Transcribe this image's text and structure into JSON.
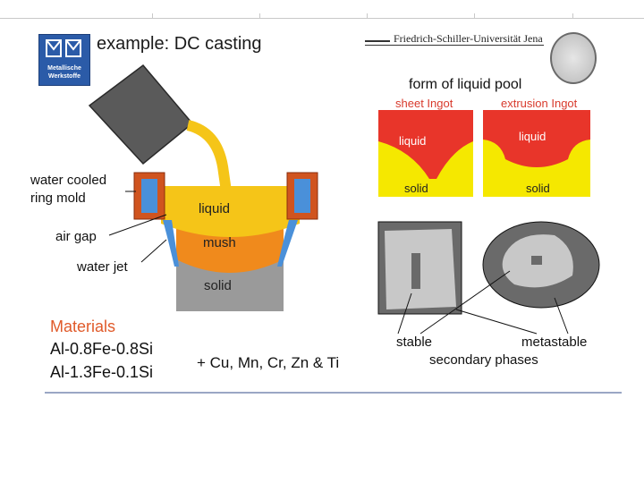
{
  "header": {
    "title": "example: DC casting",
    "logo_line1": "Metallische",
    "logo_line2": "Werkstoffe",
    "university": "Friedrich-Schiller-Universität Jena"
  },
  "casting": {
    "labels": {
      "water_cooled": "water cooled",
      "ring_mold": "ring mold",
      "air_gap": "air gap",
      "water_jet": "water jet"
    },
    "zones": {
      "liquid": "liquid",
      "mush": "mush",
      "solid": "solid"
    }
  },
  "pool": {
    "title": "form of liquid pool",
    "sheet_label": "sheet Ingot",
    "extrusion_label": "extrusion Ingot",
    "liquid": "liquid",
    "solid": "solid"
  },
  "materials": {
    "heading": "Materials",
    "alloys": [
      "Al-0.8Fe-0.8Si",
      "Al-1.3Fe-0.1Si"
    ],
    "additions": "+ Cu, Mn, Cr, Zn & Ti"
  },
  "phases": {
    "stable": "stable",
    "metastable": "metastable",
    "secondary": "secondary phases"
  },
  "colors": {
    "liquid": "#f5c518",
    "mush": "#f08a1c",
    "solid": "#9a9a9a",
    "mold": "#d0541f",
    "water": "#4a90d9",
    "pool_red": "#e8352a",
    "pool_yellow": "#f5e800",
    "materials_heading": "#e05a2a"
  }
}
